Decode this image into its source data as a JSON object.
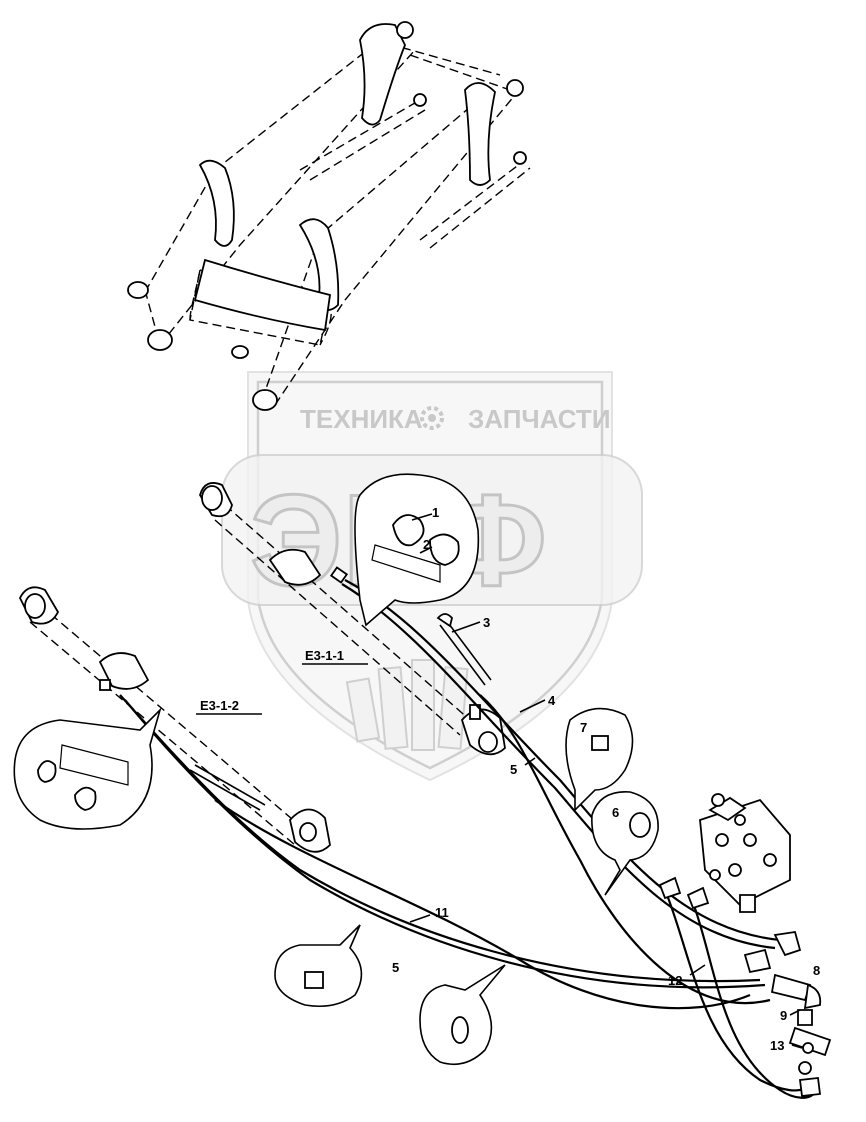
{
  "watermark": {
    "top_text": "ТЕХНИКА",
    "top_text_right": "ЗАПЧАСТИ",
    "big_letters": "ЭПФ"
  },
  "references": {
    "e311": "E3-1-1",
    "e312": "E3-1-2"
  },
  "callouts": {
    "c1": "1",
    "c2": "2",
    "c3": "3",
    "c4": "4",
    "c5a": "5",
    "c5b": "5",
    "c6": "6",
    "c7": "7",
    "c8": "8",
    "c9": "9",
    "c11": "11",
    "c12": "12",
    "c13": "13"
  }
}
